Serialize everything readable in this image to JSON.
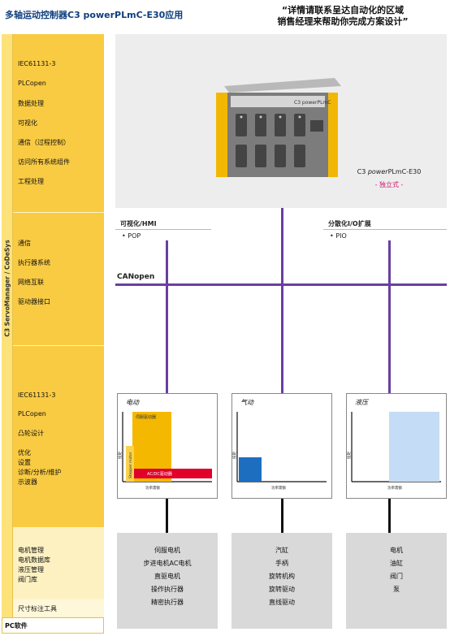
{
  "header": {
    "title": "多轴运动控制器C3 powerPLmC-E30应用",
    "quote_line1": "“详情请联系呈达自动化的区域",
    "quote_line2": "销售经理来帮助你完成方案设计”"
  },
  "sidebar": {
    "vertical_label": "C3 ServoManager / CoDeSys",
    "block1": [
      "IEC61131-3",
      "PLCopen",
      "数据处理",
      "可视化",
      "通信（过程控制）",
      "访问所有系统组件",
      "工程处理"
    ],
    "block2": [
      "通信",
      "执行器系统",
      "网络互联",
      "驱动器接口"
    ],
    "block3": [
      "IEC61131-3",
      "PLCopen",
      "凸轮设计",
      "优化",
      "设置",
      "诊断/分析/维护",
      "示波器"
    ],
    "block4": [
      "电机管理",
      "电机数据库",
      "液压管理",
      "阀门库"
    ],
    "block5": "尺寸标注工具",
    "footer": "PC软件"
  },
  "product": {
    "name_prefix": "C3 ",
    "name_italic": "power",
    "name_suffix": "PLmC-E30",
    "subtitle": "- 独立式 -",
    "label_on_device": "C3 powerPLmC"
  },
  "groups": {
    "hmi": {
      "title": "可视化/HMI",
      "item": "•  POP"
    },
    "io": {
      "title": "分散化I/O扩展",
      "item": "•  PIO"
    }
  },
  "bus": {
    "label": "CANopen"
  },
  "panels": {
    "electric": {
      "title": "电动",
      "bar1_label": "伺服驱动器",
      "bar2_label": "AC/DC驱动器",
      "bar3_label": "Stepper motor",
      "axis_y": "扭矩",
      "axis_x": "功率需额"
    },
    "pneumatic": {
      "title": "气动",
      "axis_y": "扭矩",
      "axis_x": "功率需额"
    },
    "hydraulic": {
      "title": "液压",
      "axis_y": "扭矩",
      "axis_x": "功率需额"
    }
  },
  "bottom": {
    "electric": [
      "伺服电机",
      "步进电机AC电机",
      "直驱电机",
      "操作执行器",
      "精密执行器"
    ],
    "pneumatic": [
      "汽缸",
      "手柄",
      "旋转机构",
      "旋转驱动",
      "直线驱动"
    ],
    "hydraulic": [
      "电机",
      "油缸",
      "阀门",
      "泵"
    ]
  },
  "colors": {
    "sidebar_dark": "#f9cb43",
    "sidebar_light": "#fdf1c2",
    "bus": "#6a3fa0",
    "servo": "#f5b800",
    "acdc": "#e0002a",
    "stepper": "#f9d24e",
    "pneumatic": "#1e6ec0",
    "hydraulic": "#c4dcf5"
  }
}
